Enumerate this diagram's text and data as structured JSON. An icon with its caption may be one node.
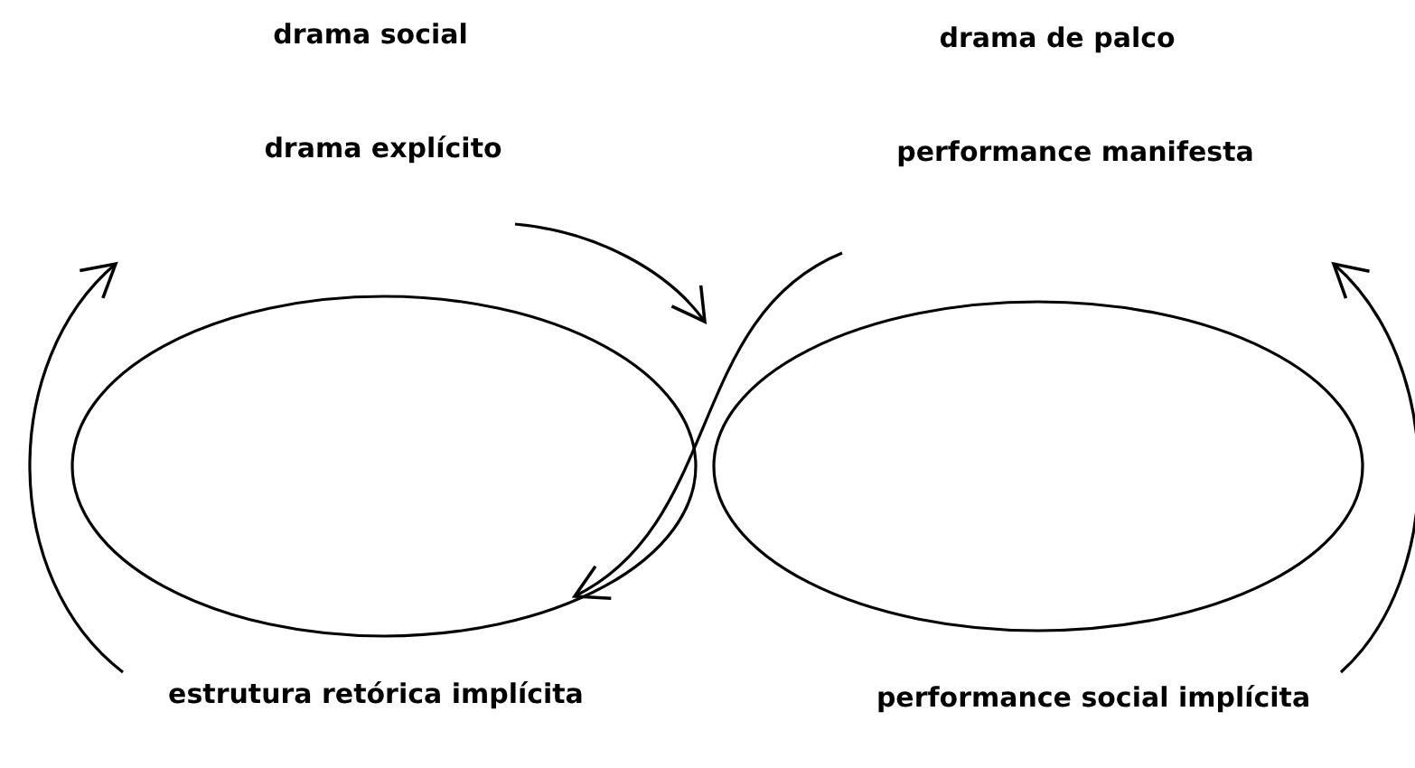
{
  "diagram": {
    "nodes": [
      {
        "text": [],
        "shape": "ellipse"
      },
      {
        "text": [],
        "shape": "ellipse"
      }
    ],
    "labels": [
      "drama social",
      "drama de palco",
      "drama explícito",
      "performance manifesta",
      "estrutura retórica implícita",
      "performance social implícita"
    ]
  }
}
